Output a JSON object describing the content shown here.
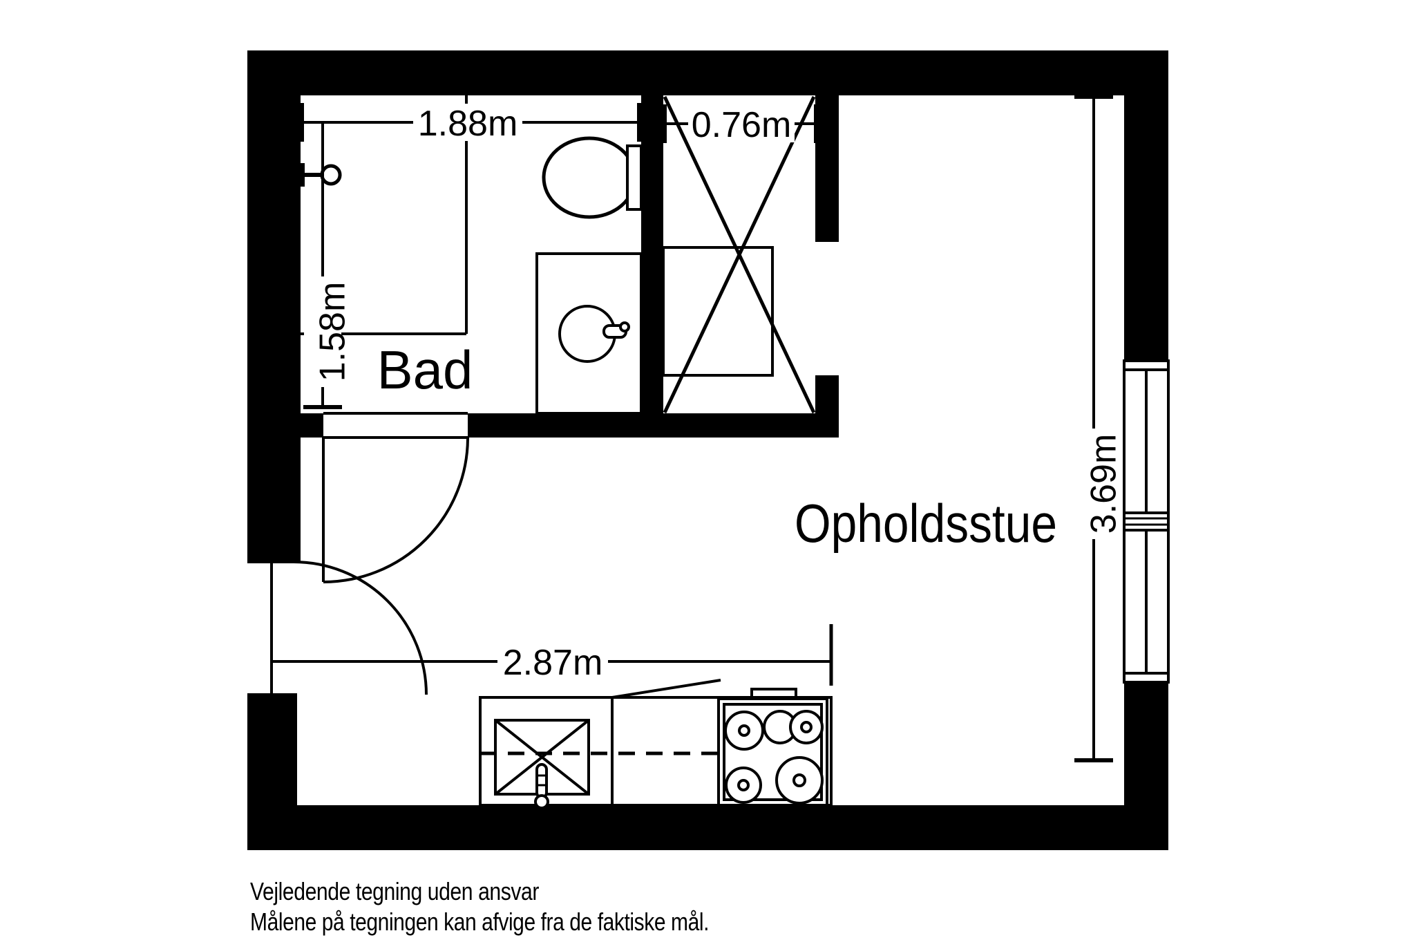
{
  "plan": {
    "colors": {
      "wall": "#000000",
      "line": "#000000",
      "background": "#ffffff"
    },
    "rooms": {
      "bathroom": {
        "label": "Bad"
      },
      "living_room": {
        "label": "Opholdsstue"
      }
    },
    "dimensions": {
      "bath_width": {
        "label": "1.88m",
        "orientation": "horizontal"
      },
      "bath_height": {
        "label": "1.58m",
        "orientation": "vertical"
      },
      "closet_width": {
        "label": "0.76m",
        "orientation": "horizontal"
      },
      "kitchen_width": {
        "label": "2.87m",
        "orientation": "horizontal"
      },
      "living_height": {
        "label": "3.69m",
        "orientation": "vertical"
      }
    },
    "fixtures": [
      "shower-icon",
      "toilet-icon",
      "washbasin-icon",
      "wardrobe-icon",
      "kitchen-sink-icon",
      "stove-icon",
      "window",
      "bathroom-door",
      "entrance-door"
    ]
  },
  "footer": {
    "line1": "Vejledende tegning uden ansvar",
    "line2": "Målene på tegningen kan afvige fra de faktiske mål."
  }
}
